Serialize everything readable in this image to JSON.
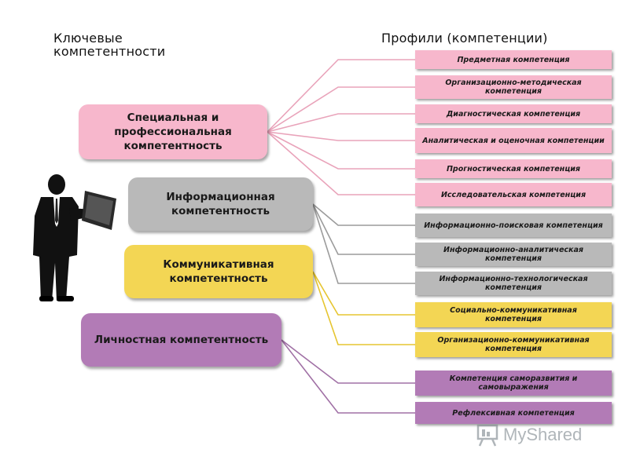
{
  "headings": {
    "left": "Ключевые компетентности",
    "right": "Профили (компетенции)"
  },
  "colors": {
    "pink": "#f7b7cc",
    "gray": "#b9b9b9",
    "yellow": "#f3d654",
    "purple": "#b27bb6",
    "line_pink": "#e9a3ba",
    "line_gray": "#9b9b9b",
    "line_yellow": "#e6c530",
    "line_purple": "#a070a5"
  },
  "key_competencies": [
    {
      "label": "Специальная и профессиональная компетентность",
      "color": "pink"
    },
    {
      "label": "Информационная компетентность",
      "color": "gray"
    },
    {
      "label": "Коммуникативная компетентность",
      "color": "yellow"
    },
    {
      "label": "Личностная компетентность",
      "color": "purple"
    }
  ],
  "profiles": [
    {
      "label": "Предметная компетенция",
      "group": 0
    },
    {
      "label": "Организационно-методическая компетенция",
      "group": 0
    },
    {
      "label": "Диагностическая компетенция",
      "group": 0
    },
    {
      "label": "Аналитическая и оценочная компетенции",
      "group": 0
    },
    {
      "label": "Прогностическая компетенция",
      "group": 0
    },
    {
      "label": "Исследовательская компетенция",
      "group": 0
    },
    {
      "label": "Информационно-поисковая компетенция",
      "group": 1
    },
    {
      "label": "Информационно-аналитическая компетенция",
      "group": 1
    },
    {
      "label": "Информационно-технологическая компетенция",
      "group": 1
    },
    {
      "label": "Социально-коммуникативная компетенция",
      "group": 2
    },
    {
      "label": "Организационно-коммуникативная компетенция",
      "group": 2
    },
    {
      "label": "Компетенция саморазвития и самовыражения",
      "group": 3
    },
    {
      "label": "Рефлексивная компетенция",
      "group": 3
    }
  ],
  "watermark": {
    "text": "MyShared",
    "icon": "presentation-board-icon"
  },
  "figure": {
    "icon": "businessman-reading-silhouette"
  }
}
